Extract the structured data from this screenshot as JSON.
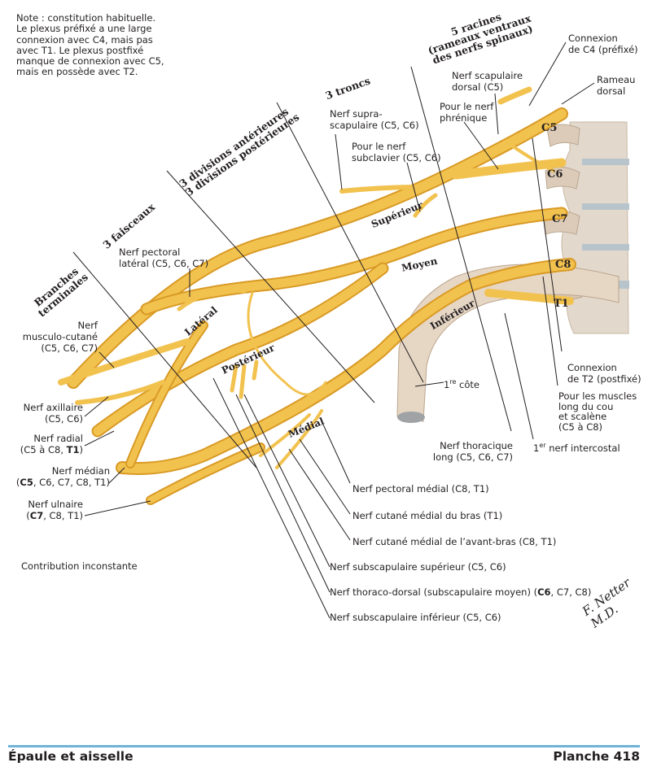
{
  "note": [
    "Note : constitution habituelle.",
    "Le plexus préfixé a une large",
    "connexion avec C4, mais pas",
    "avec T1. Le plexus postfixé",
    "manque de connexion avec C5,",
    "mais en possède avec T2."
  ],
  "sections": {
    "roots": [
      "5 racines",
      "(rameaux ventraux",
      "des nerfs spinaux)"
    ],
    "trunks": "3 troncs",
    "divisions": [
      "3 divisions antérieures",
      "3 divisions postérieures"
    ],
    "cords": "3 faisceaux",
    "terminal": [
      "Branches",
      "terminales"
    ]
  },
  "trunk_labels": {
    "superior": "Supérieur",
    "middle": "Moyen",
    "inferior": "Inférieur"
  },
  "cord_labels": {
    "lateral": "Latéral",
    "posterior": "Postérieur",
    "medial": "Médial"
  },
  "root_labels": [
    "C5",
    "C6",
    "C7",
    "C8",
    "T1"
  ],
  "labels": {
    "c4_connection": [
      "Connexion",
      "de C4 (préfixé)"
    ],
    "dorsal_ramus": [
      "Rameau",
      "dorsal"
    ],
    "dorsal_scapular": [
      "Nerf scapulaire",
      "dorsal (C5)"
    ],
    "phrenic": [
      "Pour le nerf",
      "phrénique"
    ],
    "suprascapular": [
      "Nerf supra-",
      "scapulaire (C5, C6)"
    ],
    "subclavian": [
      "Pour le nerf",
      "subclavier (C5, C6)"
    ],
    "lateral_pectoral": [
      "Nerf pectoral",
      "latéral (C5, C6, C7)"
    ],
    "musculocutaneous": [
      "Nerf",
      "musculo-cutané",
      "(C5, C6, C7)"
    ],
    "axillary": [
      "Nerf axillaire",
      "(C5, C6)"
    ],
    "radial": {
      "line1": "Nerf radial",
      "pre": "(C5 à C8, ",
      "bold": "T1",
      "post": ")"
    },
    "median": {
      "line1": "Nerf médian",
      "pre": "(",
      "bold": "C5",
      "post": ", C6, C7, C8, T1)"
    },
    "ulnar": {
      "line1": "Nerf ulnaire",
      "pre": "(",
      "bold": "C7",
      "post": ", C8, T1)"
    },
    "first_rib": {
      "sup": "re",
      "pre": "1",
      "post": " côte"
    },
    "t2_connection": [
      "Connexion",
      "de T2 (postfixé)"
    ],
    "longus_scalene": [
      "Pour les muscles",
      "long du cou",
      "et scalène",
      "(C5 à C8)"
    ],
    "long_thoracic": [
      "Nerf thoracique",
      "long (C5, C6, C7)"
    ],
    "first_intercostal": {
      "pre": "1",
      "sup": "er",
      "post": " nerf intercostal"
    },
    "medial_pectoral": "Nerf pectoral médial (C8, T1)",
    "medial_cutaneous_arm": "Nerf cutané médial du bras (T1)",
    "medial_cutaneous_forearm": "Nerf cutané médial de l’avant-bras (C8, T1)",
    "upper_subscapular": "Nerf subscapulaire supérieur (C5, C6)",
    "thoracodorsal": {
      "pre": "Nerf thoraco-dorsal (subscapulaire moyen) (",
      "bold": "C6",
      "post": ", C7, C8)"
    },
    "lower_subscapular": "Nerf subscapulaire inférieur (C5, C6)",
    "inconstant": "Contribution inconstante"
  },
  "signature": "F. Netter M.D.",
  "footer": {
    "left": "Épaule et aisselle",
    "right": "Planche 418"
  },
  "colors": {
    "nerve": "#f2c24f",
    "nerve_dark": "#d79a22",
    "bone": "#e6d6c4",
    "footer_rule": "#6fb3d6"
  }
}
